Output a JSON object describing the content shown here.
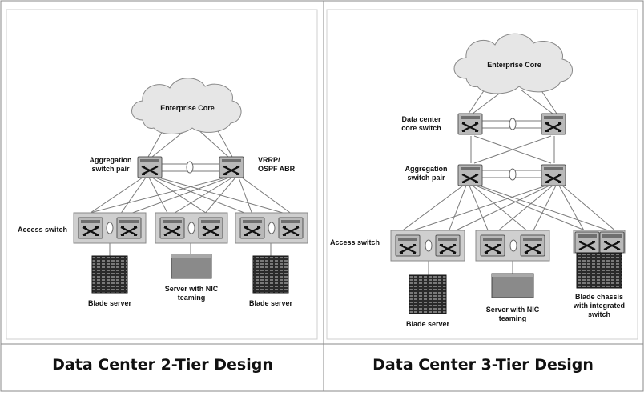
{
  "left_panel": {
    "caption": "Data Center 2-Tier Design",
    "core_label": "Enterprise Core",
    "agg_label_line1": "Aggregation",
    "agg_label_line2": "switch pair",
    "vrrp_line1": "VRRP/",
    "vrrp_line2": "OSPF ABR",
    "access_label": "Access switch",
    "blade_label_left": "Blade server",
    "server_nic_line1": "Server with NIC",
    "server_nic_line2": "teaming",
    "blade_label_right": "Blade server"
  },
  "right_panel": {
    "caption": "Data Center 3-Tier Design",
    "core_label": "Enterprise Core",
    "core_switch_line1": "Data center",
    "core_switch_line2": "core switch",
    "agg_label_line1": "Aggregation",
    "agg_label_line2": "switch pair",
    "access_label": "Access switch",
    "blade_label": "Blade server",
    "server_nic_line1": "Server with NIC",
    "server_nic_line2": "teaming",
    "chassis_line1": "Blade chassis",
    "chassis_line2": "with integrated",
    "chassis_line3": "switch"
  },
  "colors": {
    "switch_fill": "#b9b9b9",
    "switch_stroke": "#555555",
    "cloud_fill": "#e6e6e6",
    "link": "#777777",
    "border": "#888888"
  },
  "icons": [
    "cloud-icon",
    "switch-icon",
    "blade-server-icon",
    "server-icon",
    "blade-chassis-icon"
  ]
}
